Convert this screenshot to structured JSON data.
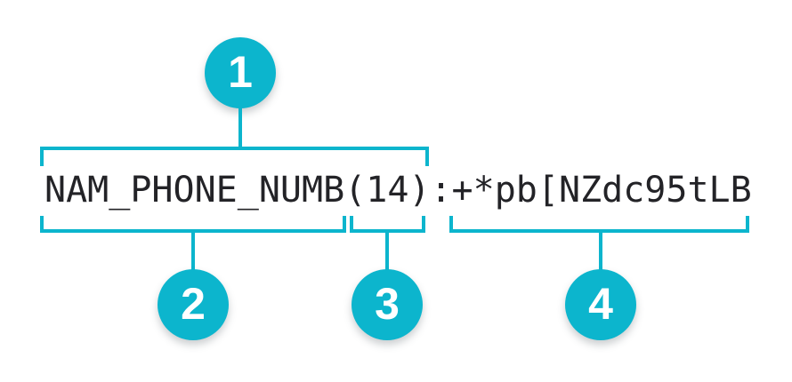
{
  "colors": {
    "accent": "#0cb5cd",
    "code_text": "#232327",
    "background": "#ffffff",
    "badge_number": "#ffffff"
  },
  "diagram": {
    "code_text": "NAM_PHONE_NUMB(14):+*pb[NZdc95tLB",
    "callouts": [
      {
        "number": "1",
        "spans_text": "NAM_PHONE_NUMB(14)"
      },
      {
        "number": "2",
        "spans_text": "NAM_PHONE_NUMB"
      },
      {
        "number": "3",
        "spans_text": "(14)"
      },
      {
        "number": "4",
        "spans_text": "+*pb[NZdc95tLB"
      }
    ]
  }
}
